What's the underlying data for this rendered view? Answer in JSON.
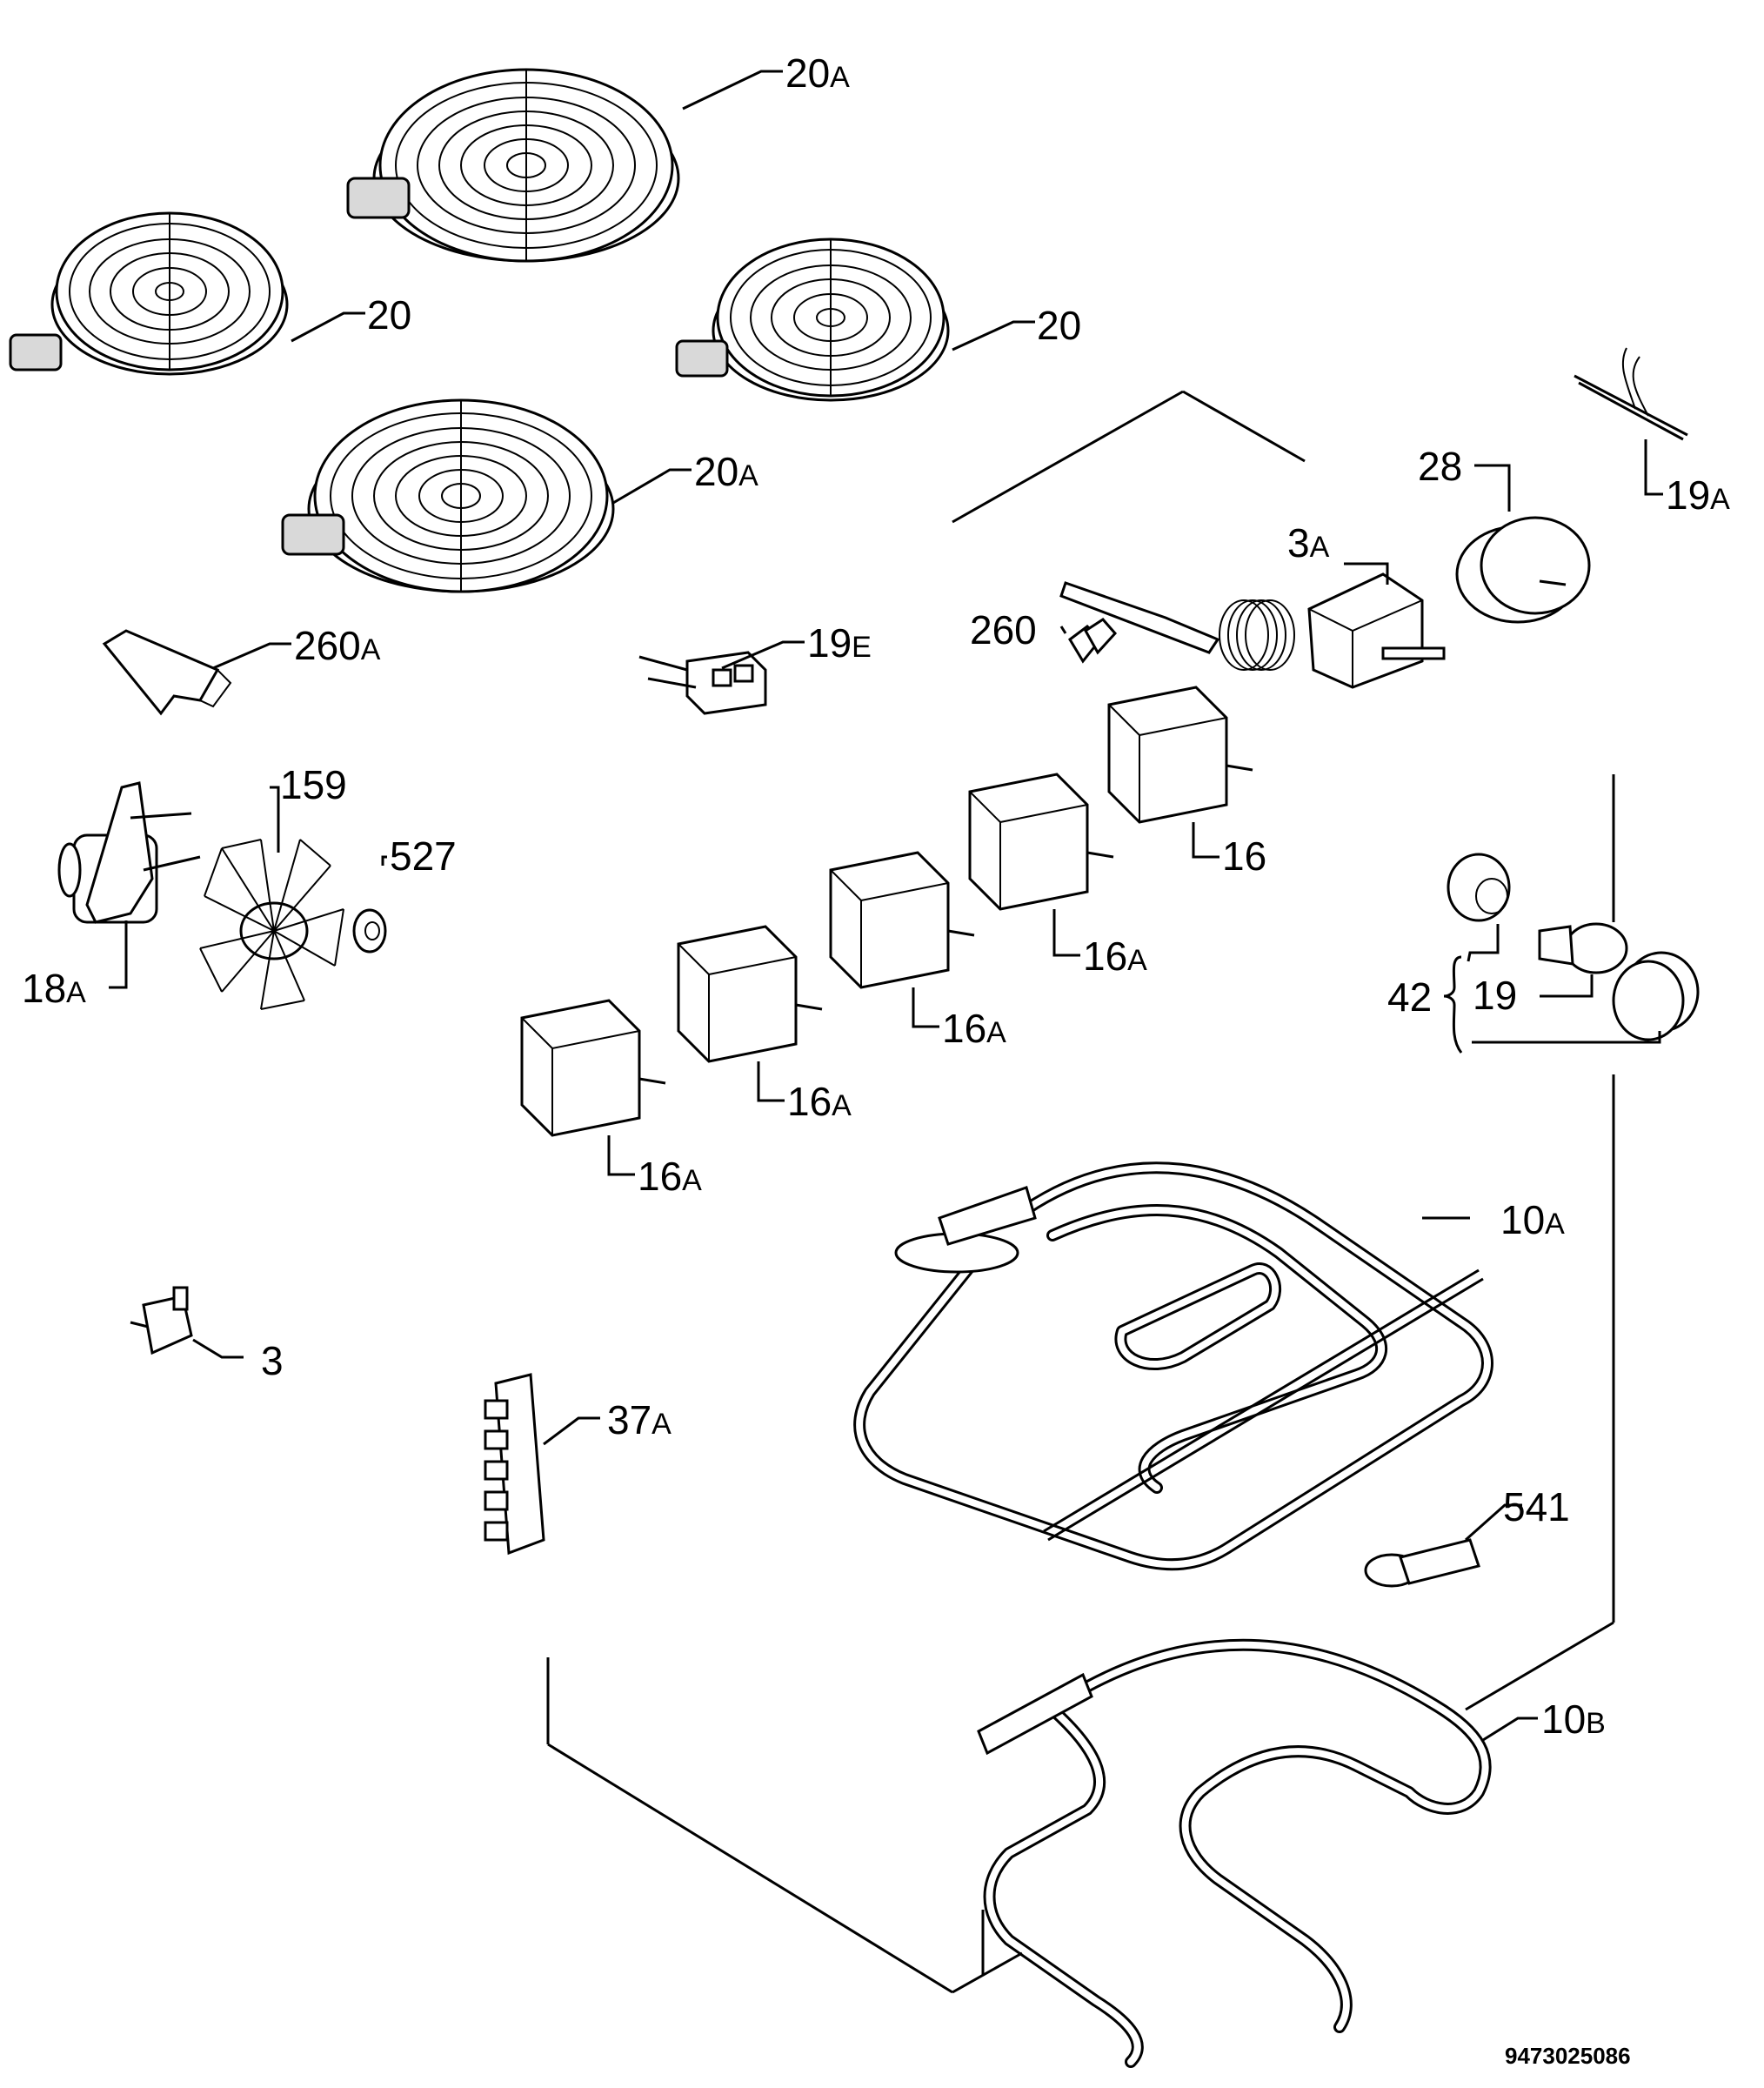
{
  "labels": {
    "l20a_top": {
      "num": "20",
      "suf": "A"
    },
    "l20_left": {
      "num": "20",
      "suf": ""
    },
    "l20_right": {
      "num": "20",
      "suf": ""
    },
    "l20a_mid": {
      "num": "20",
      "suf": "A"
    },
    "l260a": {
      "num": "260",
      "suf": "A"
    },
    "l19e": {
      "num": "19",
      "suf": "E"
    },
    "l260": {
      "num": "260",
      "suf": ""
    },
    "l3a": {
      "num": "3",
      "suf": "A"
    },
    "l28": {
      "num": "28",
      "suf": ""
    },
    "l19a": {
      "num": "19",
      "suf": "A"
    },
    "l159": {
      "num": "159",
      "suf": ""
    },
    "l527": {
      "num": "527",
      "suf": ""
    },
    "l18a": {
      "num": "18",
      "suf": "A"
    },
    "l16": {
      "num": "16",
      "suf": ""
    },
    "l16a_1": {
      "num": "16",
      "suf": "A"
    },
    "l16a_2": {
      "num": "16",
      "suf": "A"
    },
    "l16a_3": {
      "num": "16",
      "suf": "A"
    },
    "l16a_4": {
      "num": "16",
      "suf": "A"
    },
    "l42": {
      "num": "42",
      "suf": ""
    },
    "l19": {
      "num": "19",
      "suf": ""
    },
    "l10a": {
      "num": "10",
      "suf": "A"
    },
    "l3": {
      "num": "3",
      "suf": ""
    },
    "l37a": {
      "num": "37",
      "suf": "A"
    },
    "l541": {
      "num": "541",
      "suf": ""
    },
    "l10b": {
      "num": "10",
      "suf": "B"
    }
  },
  "drawing_code": "9473025086"
}
